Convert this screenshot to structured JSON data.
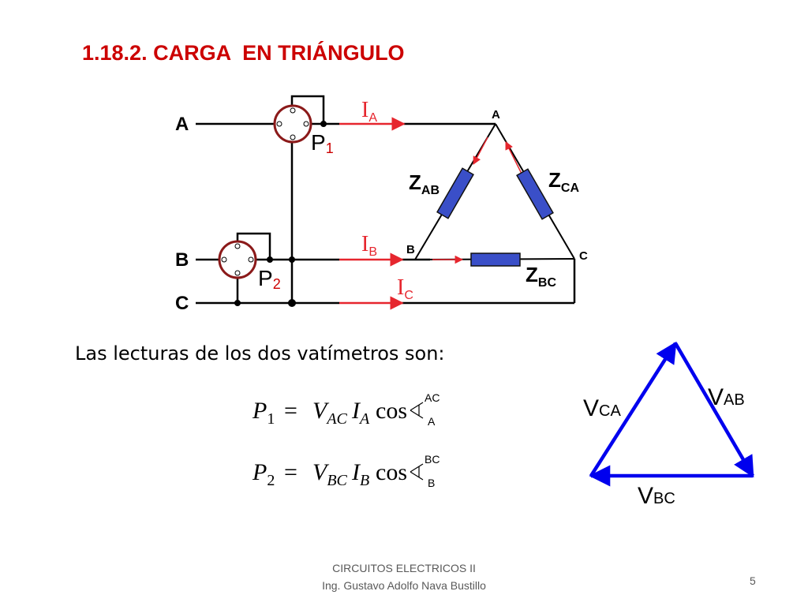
{
  "slide": {
    "title": "1.18.2. CARGA  EN TRIÁNGULO",
    "intro": "Las lecturas de los dos vatímetros son:",
    "page_number": "5"
  },
  "footer": {
    "line1": "CIRCUITOS ELECTRICOS II",
    "line2": "Ing. Gustavo Adolfo Nava Bustillo"
  },
  "circuit": {
    "line_labels": {
      "a": "A",
      "b": "B",
      "c": "C"
    },
    "wattmeter1": {
      "letter": "P",
      "sub": "1"
    },
    "wattmeter2": {
      "letter": "P",
      "sub": "2"
    },
    "current_a": {
      "letter": "I",
      "sub": "A"
    },
    "current_b": {
      "letter": "I",
      "sub": "B"
    },
    "current_c": {
      "letter": "I",
      "sub": "C"
    },
    "node_a": "A",
    "node_b": "B",
    "node_c": "C",
    "z_ab": {
      "letter": "Z",
      "sub": "AB"
    },
    "z_ca": {
      "letter": "Z",
      "sub": "CA"
    },
    "z_bc": {
      "letter": "Z",
      "sub": "BC"
    },
    "colors": {
      "wire": "#000000",
      "current": "#e6262e",
      "impedance": "#3a4fc8",
      "meter": "#8b1a1a"
    }
  },
  "equations": {
    "p1": {
      "lhs": "P",
      "lhs_sub": "1",
      "v": "V",
      "v_sub": "AC",
      "i": "I",
      "i_sub": "A",
      "cos": "cos",
      "angle_top": "AC",
      "angle_bottom": "A"
    },
    "p2": {
      "lhs": "P",
      "lhs_sub": "2",
      "v": "V",
      "v_sub": "BC",
      "i": "I",
      "i_sub": "B",
      "cos": "cos",
      "angle_top": "BC",
      "angle_bottom": "B"
    }
  },
  "phasor": {
    "vab": {
      "letter": "V",
      "sub": "AB"
    },
    "vca": {
      "letter": "V",
      "sub": "CA"
    },
    "vbc": {
      "letter": "V",
      "sub": "BC"
    },
    "color": "#0000ee"
  }
}
